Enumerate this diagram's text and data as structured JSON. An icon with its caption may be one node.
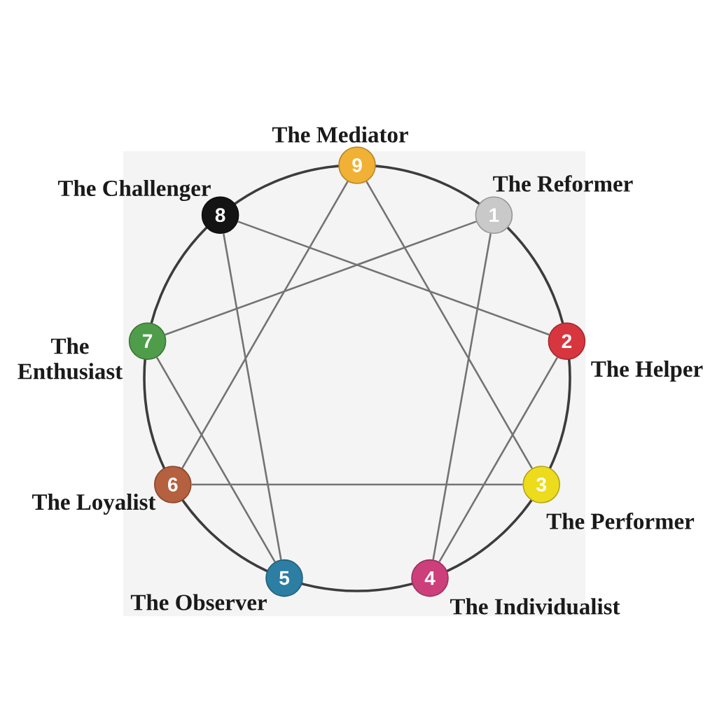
{
  "diagram": {
    "nodes": [
      {
        "text": [
          "1"
        ],
        "beside": [
          "The Reformer"
        ]
      },
      {
        "text": [
          "2"
        ],
        "beside": [
          "The Helper"
        ]
      },
      {
        "text": [
          "3"
        ],
        "beside": [
          "The Performer"
        ]
      },
      {
        "text": [
          "4"
        ],
        "beside": [
          "The Individualist"
        ]
      },
      {
        "text": [
          "5"
        ],
        "beside": [
          "The Observer"
        ]
      },
      {
        "text": [
          "6"
        ],
        "beside": [
          "The Loyalist"
        ]
      },
      {
        "text": [
          "7"
        ],
        "beside": [
          "The Enthusiast"
        ]
      },
      {
        "text": [
          "8"
        ],
        "beside": [
          "The Challenger"
        ]
      },
      {
        "text": [
          "9"
        ],
        "beside": [
          "The Mediator"
        ]
      }
    ],
    "edges": [
      {
        "from": 0,
        "to": 3,
        "arrow": "none"
      },
      {
        "from": 3,
        "to": 1,
        "arrow": "none"
      },
      {
        "from": 1,
        "to": 7,
        "arrow": "none"
      },
      {
        "from": 7,
        "to": 4,
        "arrow": "none"
      },
      {
        "from": 4,
        "to": 6,
        "arrow": "none"
      },
      {
        "from": 6,
        "to": 0,
        "arrow": "none"
      },
      {
        "from": 8,
        "to": 2,
        "arrow": "none"
      },
      {
        "from": 2,
        "to": 5,
        "arrow": "none"
      },
      {
        "from": 5,
        "to": 8,
        "arrow": "none"
      }
    ]
  }
}
